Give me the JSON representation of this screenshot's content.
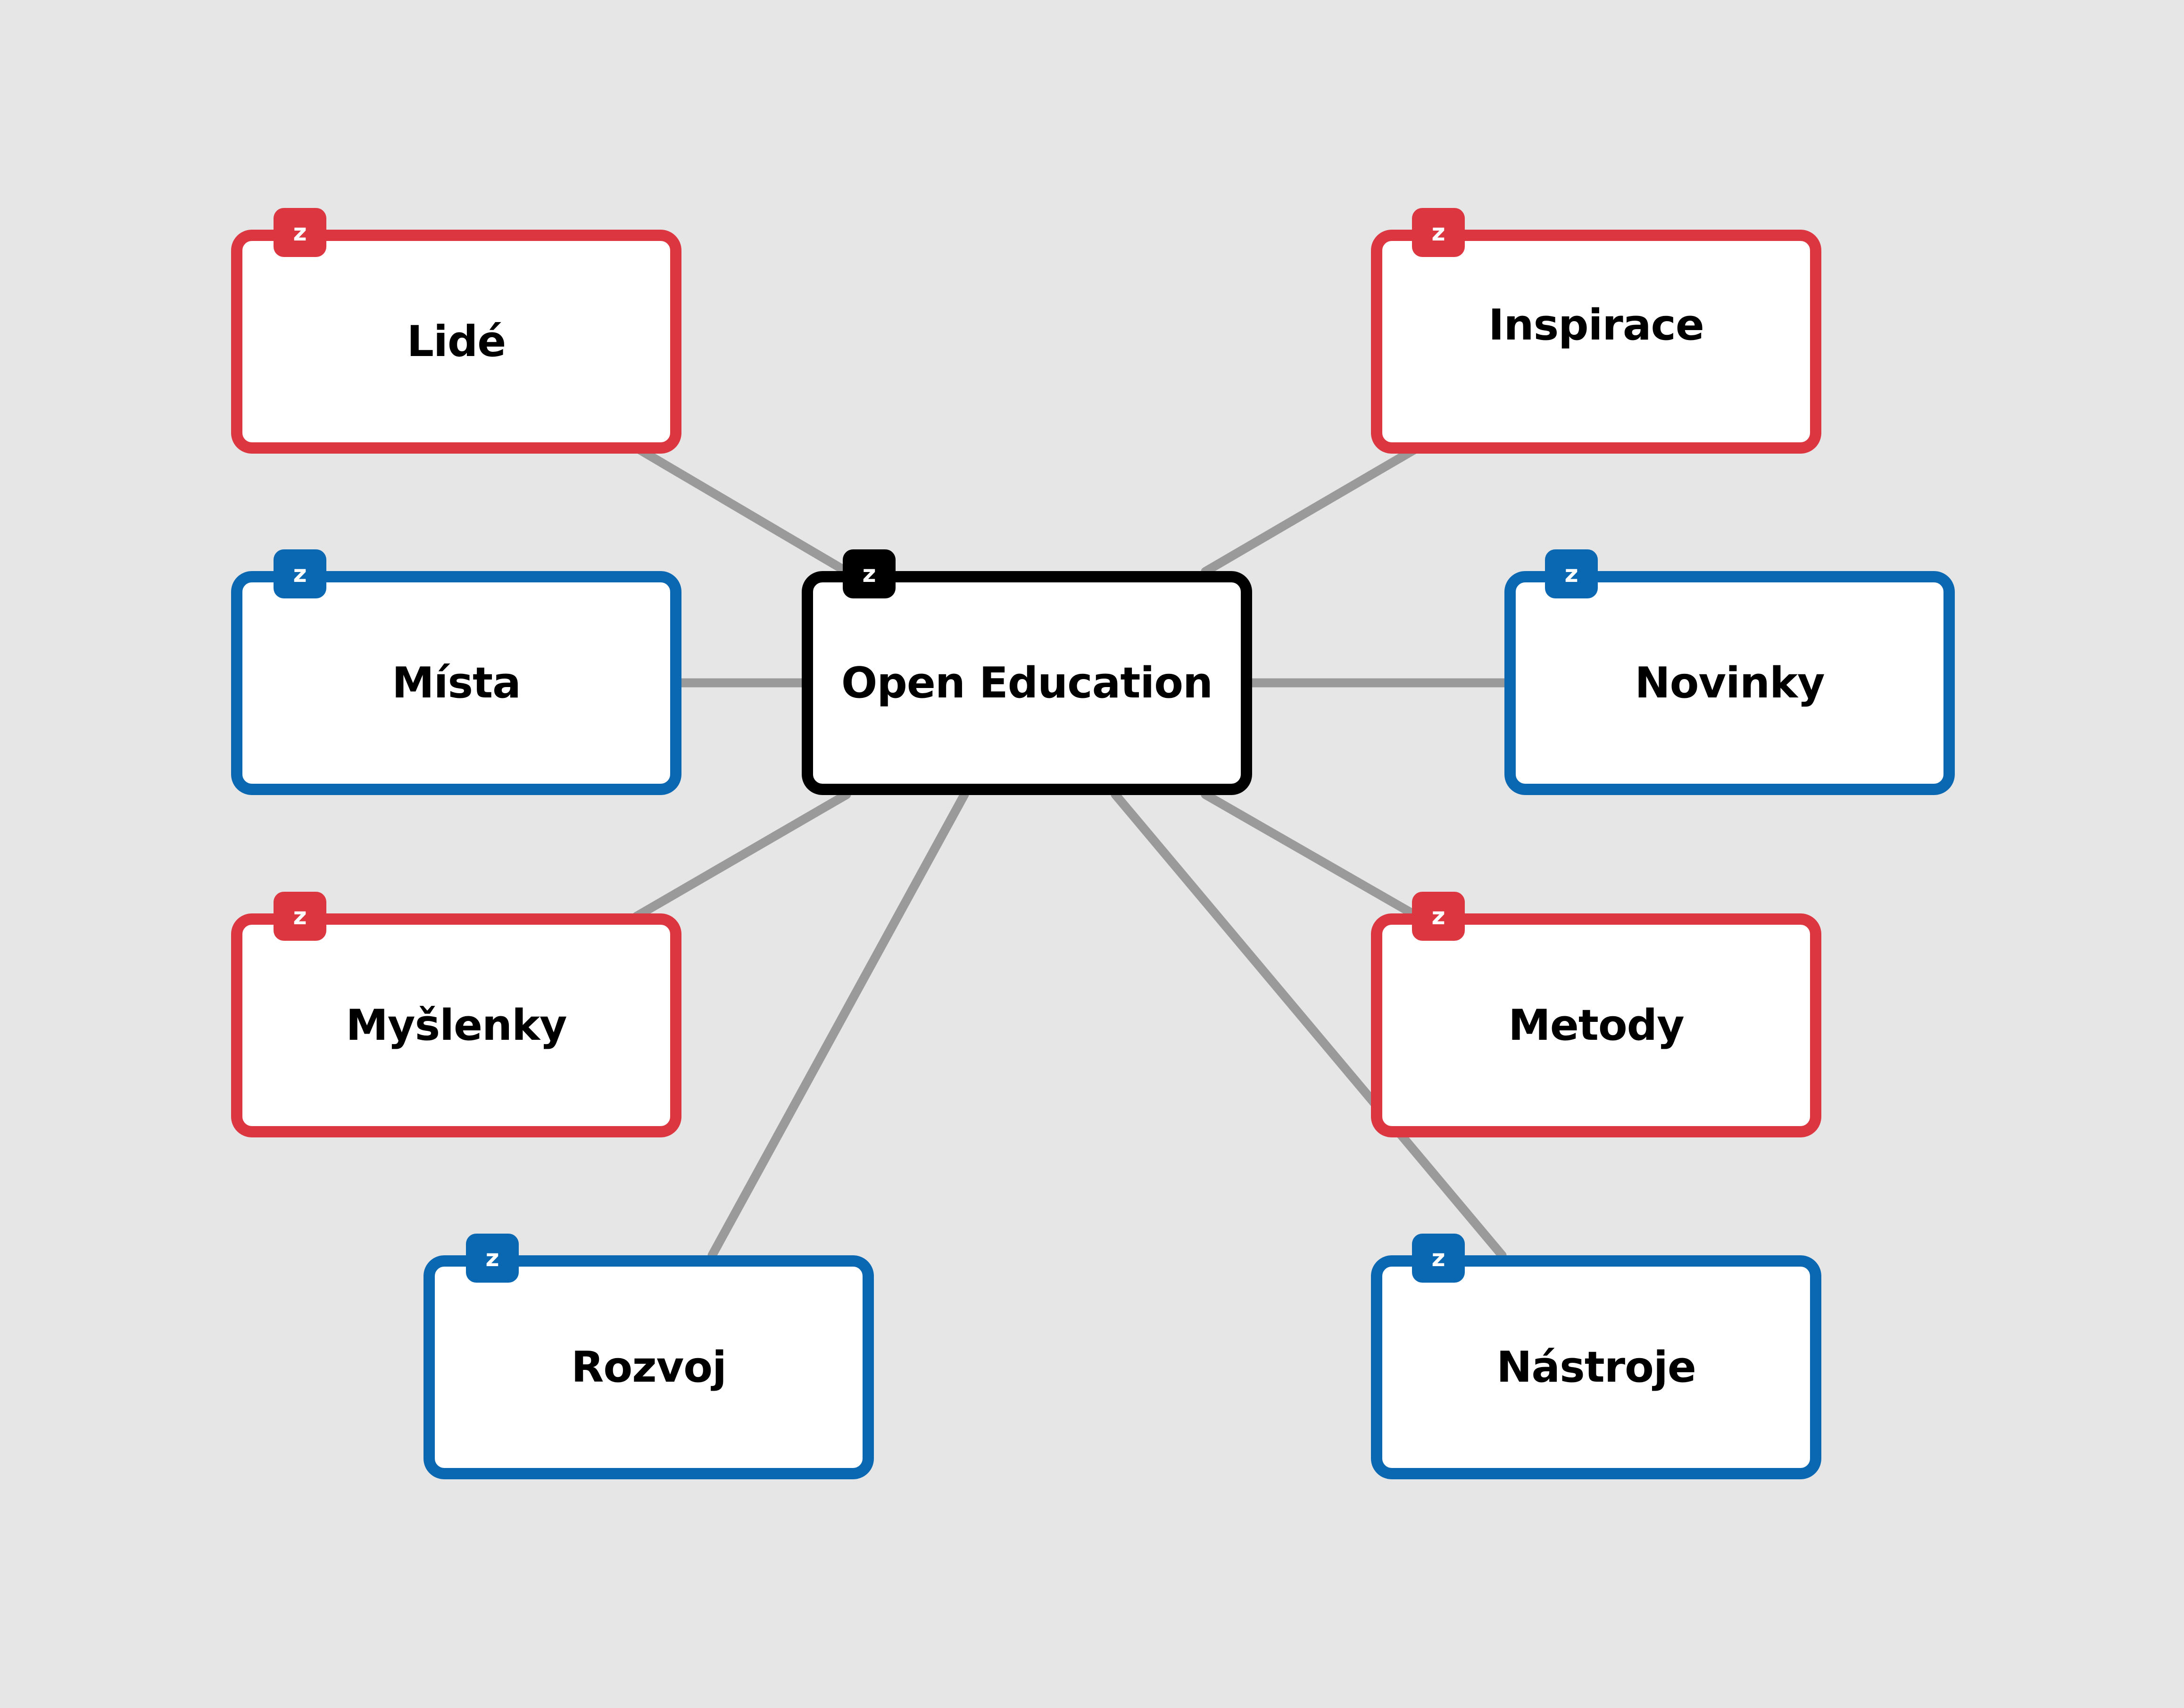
{
  "diagram": {
    "center": {
      "label": "Open Education",
      "badge": "z",
      "color": "#000000"
    },
    "nodes": [
      {
        "id": "lide",
        "label": "Lidé",
        "badge": "z",
        "color": "#dc3640"
      },
      {
        "id": "inspirace",
        "label": "Inspirace",
        "badge": "z",
        "color": "#dc3640"
      },
      {
        "id": "mista",
        "label": "Místa",
        "badge": "z",
        "color": "#0a67b2"
      },
      {
        "id": "novinky",
        "label": "Novinky",
        "badge": "z",
        "color": "#0a67b2"
      },
      {
        "id": "myslenky",
        "label": "Myšlenky",
        "badge": "z",
        "color": "#dc3640"
      },
      {
        "id": "metody",
        "label": "Metody",
        "badge": "z",
        "color": "#dc3640"
      },
      {
        "id": "rozvoj",
        "label": "Rozvoj",
        "badge": "z",
        "color": "#0a67b2"
      },
      {
        "id": "nastroje",
        "label": "Nástroje",
        "badge": "z",
        "color": "#0a67b2"
      }
    ],
    "connector_color": "#9a9a9a",
    "background": "#e6e6e6"
  }
}
